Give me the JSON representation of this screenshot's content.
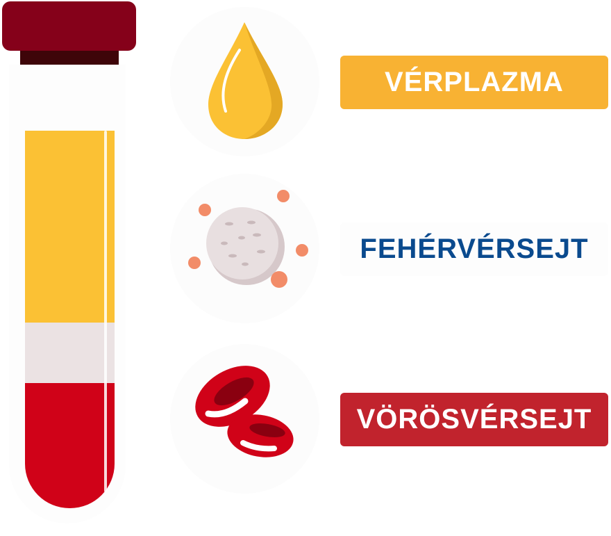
{
  "diagram": {
    "components": [
      {
        "id": "plasma",
        "label": "VÉRPLAZMA",
        "icon": "plasma-drop-icon",
        "color": "#f8b233",
        "text_color": "#ffffff"
      },
      {
        "id": "wbc",
        "label": "FEHÉRVÉRSEJT",
        "icon": "white-blood-cell-icon",
        "color": "#fdfdfd",
        "text_color": "#0a4a8e"
      },
      {
        "id": "rbc",
        "label": "VÖRÖSVÉRSEJT",
        "icon": "red-blood-cells-icon",
        "color": "#c1232d",
        "text_color": "#ffffff"
      }
    ],
    "tube": {
      "cap_color": "#85011a",
      "layers": [
        {
          "name": "plasma",
          "color": "#fbc134"
        },
        {
          "name": "buffy-coat",
          "color": "#ebe2e3"
        },
        {
          "name": "red-cells",
          "color": "#d00218"
        }
      ]
    }
  }
}
